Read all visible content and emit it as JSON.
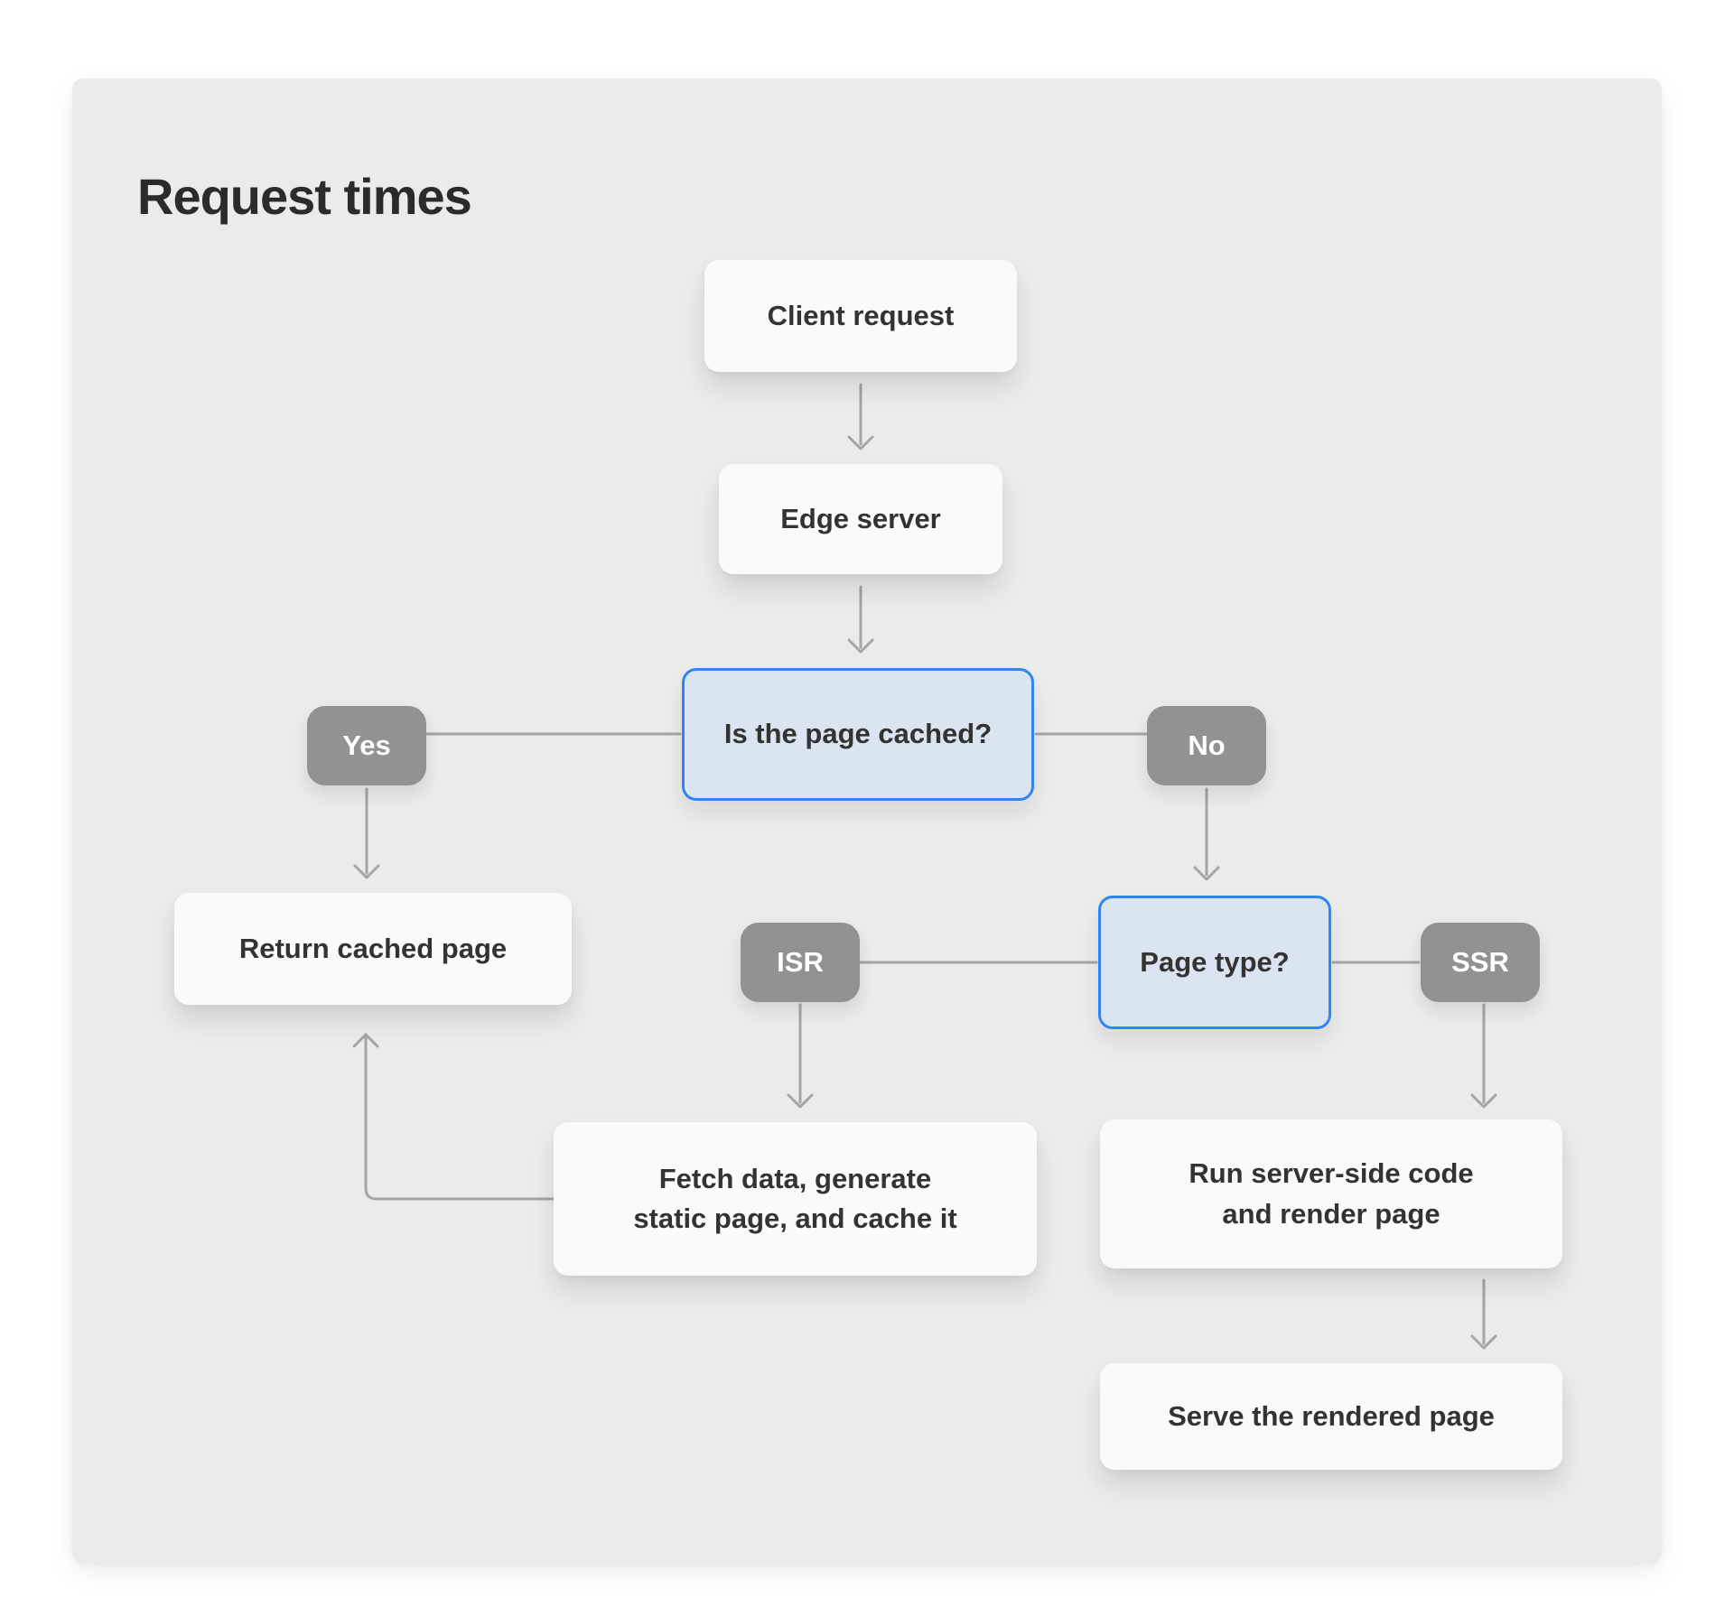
{
  "page": {
    "title": "Request times"
  },
  "colors": {
    "page_background": "#ffffff",
    "card_background": "#ebebeb",
    "process_box_background": "#fafafa",
    "decision_fill": "#dbe5f1",
    "decision_border": "#2f86f0",
    "branch_tag_background": "#929292",
    "branch_tag_text": "#ffffff",
    "node_text": "#333333",
    "connector_line": "#a5a5a5",
    "title_text": "#2b2b2b"
  },
  "nodes": {
    "client_request": {
      "label": "Client request",
      "type": "process"
    },
    "edge_server": {
      "label": "Edge server",
      "type": "process"
    },
    "is_cached": {
      "label": "Is the page cached?",
      "type": "decision"
    },
    "yes": {
      "label": "Yes",
      "type": "branch"
    },
    "no": {
      "label": "No",
      "type": "branch"
    },
    "return_cached": {
      "label": "Return cached page",
      "type": "process"
    },
    "isr": {
      "label": "ISR",
      "type": "branch"
    },
    "page_type": {
      "label": "Page type?",
      "type": "decision"
    },
    "ssr": {
      "label": "SSR",
      "type": "branch"
    },
    "fetch_data": {
      "label": "Fetch data, generate\nstatic page, and cache it",
      "type": "process"
    },
    "run_server": {
      "label": "Run server-side code\nand render page",
      "type": "process"
    },
    "serve_rendered": {
      "label": "Serve the rendered page",
      "type": "process"
    }
  },
  "edges": [
    {
      "from": "client_request",
      "to": "edge_server",
      "arrowhead": true
    },
    {
      "from": "edge_server",
      "to": "is_cached",
      "arrowhead": true
    },
    {
      "from": "is_cached",
      "to": "yes",
      "arrowhead": false
    },
    {
      "from": "is_cached",
      "to": "no",
      "arrowhead": false
    },
    {
      "from": "yes",
      "to": "return_cached",
      "arrowhead": true
    },
    {
      "from": "no",
      "to": "page_type",
      "arrowhead": true
    },
    {
      "from": "page_type",
      "to": "isr",
      "arrowhead": false
    },
    {
      "from": "page_type",
      "to": "ssr",
      "arrowhead": false
    },
    {
      "from": "isr",
      "to": "fetch_data",
      "arrowhead": true
    },
    {
      "from": "ssr",
      "to": "run_server",
      "arrowhead": true
    },
    {
      "from": "run_server",
      "to": "serve_rendered",
      "arrowhead": true
    },
    {
      "from": "fetch_data",
      "to": "return_cached",
      "arrowhead": true
    }
  ]
}
